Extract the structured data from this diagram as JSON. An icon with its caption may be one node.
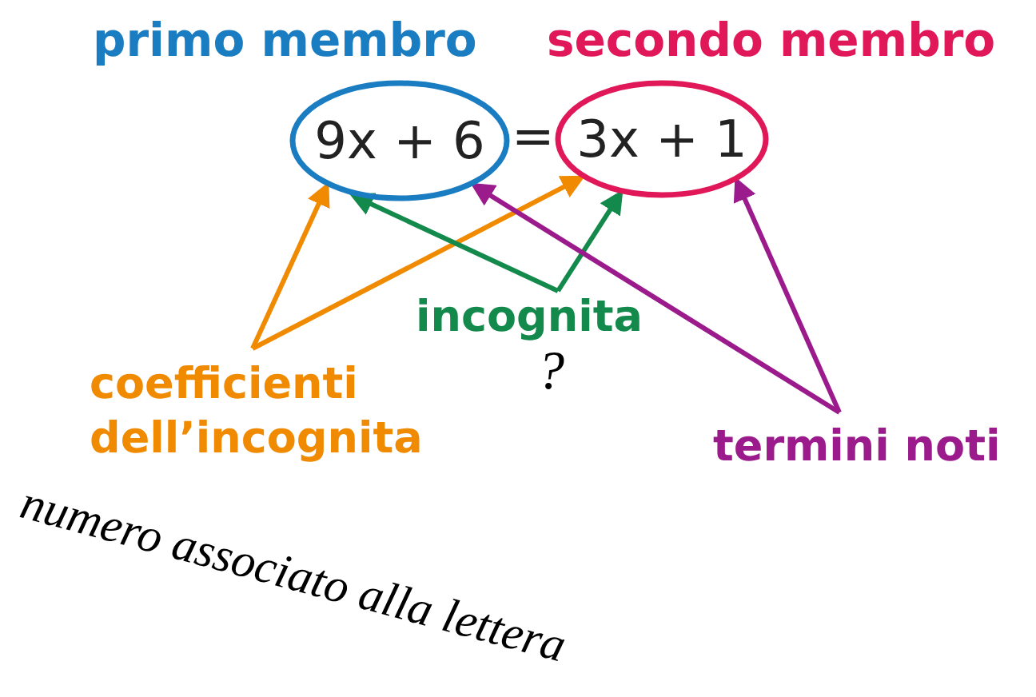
{
  "diagram": {
    "nodes": [
      {
        "text": [
          "9x + 6"
        ],
        "beside": [
          "primo membro"
        ]
      },
      {
        "text": [
          "3x + 1"
        ],
        "beside": [
          "secondo membro"
        ]
      },
      {
        "text": [
          "coefficienti dell’incognita"
        ]
      },
      {
        "text": [
          "incognita"
        ]
      },
      {
        "text": [
          "termini noti"
        ]
      }
    ],
    "edges": [
      {
        "from": 2,
        "to": 0,
        "arrow": "to",
        "color": "#f08a00"
      },
      {
        "from": 2,
        "to": 1,
        "arrow": "to",
        "color": "#f08a00"
      },
      {
        "from": 3,
        "to": 0,
        "arrow": "to",
        "color": "#138a4c"
      },
      {
        "from": 3,
        "to": 1,
        "arrow": "to",
        "color": "#138a4c"
      },
      {
        "from": 4,
        "to": 0,
        "arrow": "to",
        "color": "#9b1b8c"
      },
      {
        "from": 4,
        "to": 1,
        "arrow": "to",
        "color": "#9b1b8c"
      }
    ],
    "labels": [
      "=",
      "?",
      "numero associato alla lettera"
    ]
  }
}
